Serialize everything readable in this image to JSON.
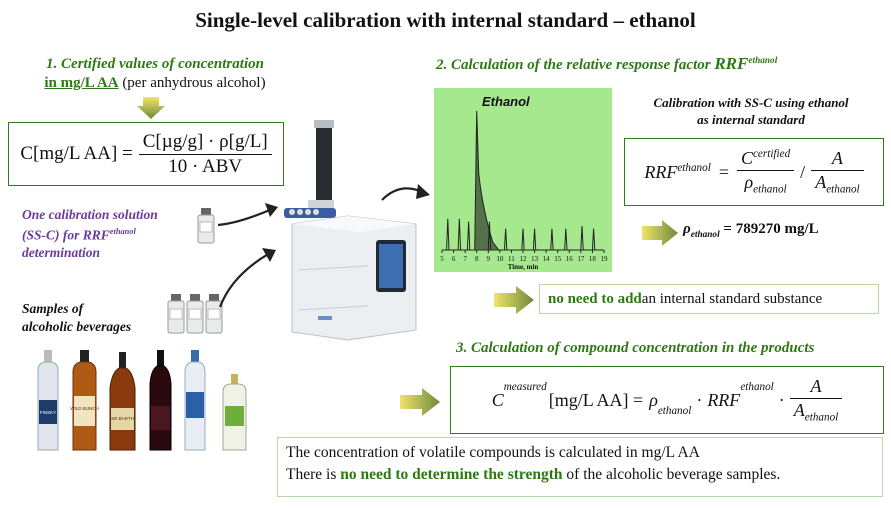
{
  "title": "Single-level calibration with internal standard – ethanol",
  "step1": {
    "heading_line1": "1. Certified values of concentration",
    "heading_line2_link": "in mg/L AA",
    "heading_line2_rest": " (per anhydrous alcohol)",
    "formula": {
      "lhs": "C[mg/L AA] =",
      "numerator": "C[µg/g] · ρ[g/L]",
      "denominator": "10 · ABV"
    }
  },
  "calibration_solution": {
    "line1": "One calibration solution",
    "line2_pre": "(SS-C) for RRF",
    "line2_sup": "ethanol",
    "line3": "determination"
  },
  "samples": {
    "line1": "Samples of",
    "line2": "alcoholic beverages"
  },
  "bottle_labels": [
    "FINSKY",
    "WILD BUNCH",
    "SR.BARTH",
    "",
    "",
    ""
  ],
  "step2": {
    "heading_pre": "2. Calculation of the relative response factor ",
    "heading_rrf": "RRF",
    "heading_sup": "ethanol",
    "chromatogram": {
      "peak_label": "Ethanol",
      "x_ticks": [
        "5",
        "6",
        "7",
        "8",
        "9",
        "10",
        "11",
        "12",
        "13",
        "14",
        "15",
        "16",
        "17",
        "18",
        "19"
      ],
      "x_axis_label": "Time, min",
      "peaks": [
        {
          "time": 5.5,
          "height": 0.22
        },
        {
          "time": 6.5,
          "height": 0.22
        },
        {
          "time": 7.3,
          "height": 0.2
        },
        {
          "time": 8.0,
          "height": 0.98
        },
        {
          "time": 9.1,
          "height": 0.2
        },
        {
          "time": 10.5,
          "height": 0.15
        },
        {
          "time": 12.0,
          "height": 0.15
        },
        {
          "time": 13.0,
          "height": 0.15
        },
        {
          "time": 14.5,
          "height": 0.15
        },
        {
          "time": 15.7,
          "height": 0.15
        },
        {
          "time": 17.1,
          "height": 0.17
        },
        {
          "time": 18.1,
          "height": 0.15
        }
      ]
    },
    "calib_note_line1": "Calibration with SS-C using ethanol",
    "calib_note_line2": "as  internal standard",
    "formula": {
      "lhs": "RRF",
      "lhs_sup": "ethanol",
      "eq": "=",
      "num1": "C",
      "num1_sup": "certified",
      "den1": "ρ",
      "den1_sub": "ethanol",
      "slash": "/",
      "num2": "A",
      "den2": "A",
      "den2_sub": "ethanol"
    },
    "rho_symbol": "ρ",
    "rho_sub": "ethanol",
    "rho_value": " = 789270 mg/L"
  },
  "no_need_box": {
    "bold": "no need to add",
    "rest": " an internal standard substance"
  },
  "step3": {
    "heading": "3. Calculation of compound concentration in the products",
    "formula": {
      "c": "C",
      "c_sup": "measured",
      "unit": "[mg/L AA] =",
      "rho": "ρ",
      "rho_sub": "ethanol",
      "dot1": "·",
      "rrf": "RRF",
      "rrf_sup": "ethanol",
      "dot2": "·",
      "num": "A",
      "den": "A",
      "den_sub": "ethanol"
    }
  },
  "conclusion": {
    "line1": "The concentration of volatile compounds is calculated in mg/L AA",
    "line2_pre": "There is ",
    "line2_bold": "no need to determine the strength",
    "line2_post": " of the alcoholic beverage samples."
  },
  "colors": {
    "accent_green": "#2d7a14",
    "box_border": "#2e7d1a",
    "purple": "#6a3a9c",
    "chromatogram_bg": "#a6e88e",
    "arrow_from": "#f1e36a",
    "arrow_to": "#6e8a3c"
  }
}
